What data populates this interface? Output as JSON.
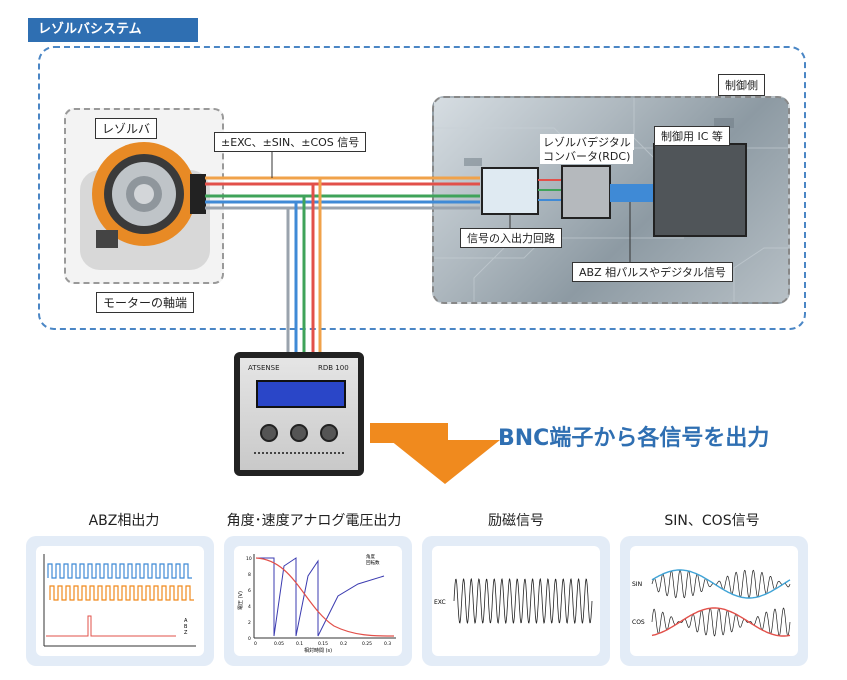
{
  "system_tag": "レゾルバシステム",
  "control_side_label": "制御側",
  "resolver_label": "レゾルバ",
  "motor_shaft_label": "モーターの軸端",
  "signal_label": "±EXC、±SIN、±COS 信号",
  "rdc_label_line1": "レゾルバデジタル",
  "rdc_label_line2": "コンバータ(RDC)",
  "control_ic_label": "制御用 IC 等",
  "io_circuit_label": "信号の入出力回路",
  "abz_label": "ABZ 相パルスやデジタル信号",
  "device_brand": "ATSENSE",
  "device_model": "RDB 100",
  "output_heading": "BNC端子から各信号を出力",
  "cards": [
    {
      "title": "ABZ相出力"
    },
    {
      "title": "角度･速度アナログ電圧出力"
    },
    {
      "title": "励磁信号"
    },
    {
      "title": "SIN、COS信号"
    }
  ],
  "abz_legend": [
    "A",
    "B",
    "Z"
  ],
  "angle_chart_ylabel": "電圧 (V)",
  "angle_chart_xlabel": "相対時間 (s)",
  "angle_chart_legend": [
    "角度",
    "回転数"
  ],
  "angle_chart_xticks": [
    "0",
    "0.05",
    "0.1",
    "0.15",
    "0.2",
    "0.25",
    "0.3"
  ],
  "angle_chart_yticks": [
    "10",
    "8",
    "6",
    "4",
    "2",
    "0"
  ],
  "exc_label": "EXC",
  "sin_label": "SIN",
  "cos_label": "COS",
  "colors": {
    "accent_blue": "#2f6fb2",
    "orange": "#f08a1e",
    "wire_colors": [
      "#f0a24a",
      "#e2504a",
      "#3fa35a",
      "#3f8ad6",
      "#9aa3ad"
    ]
  }
}
